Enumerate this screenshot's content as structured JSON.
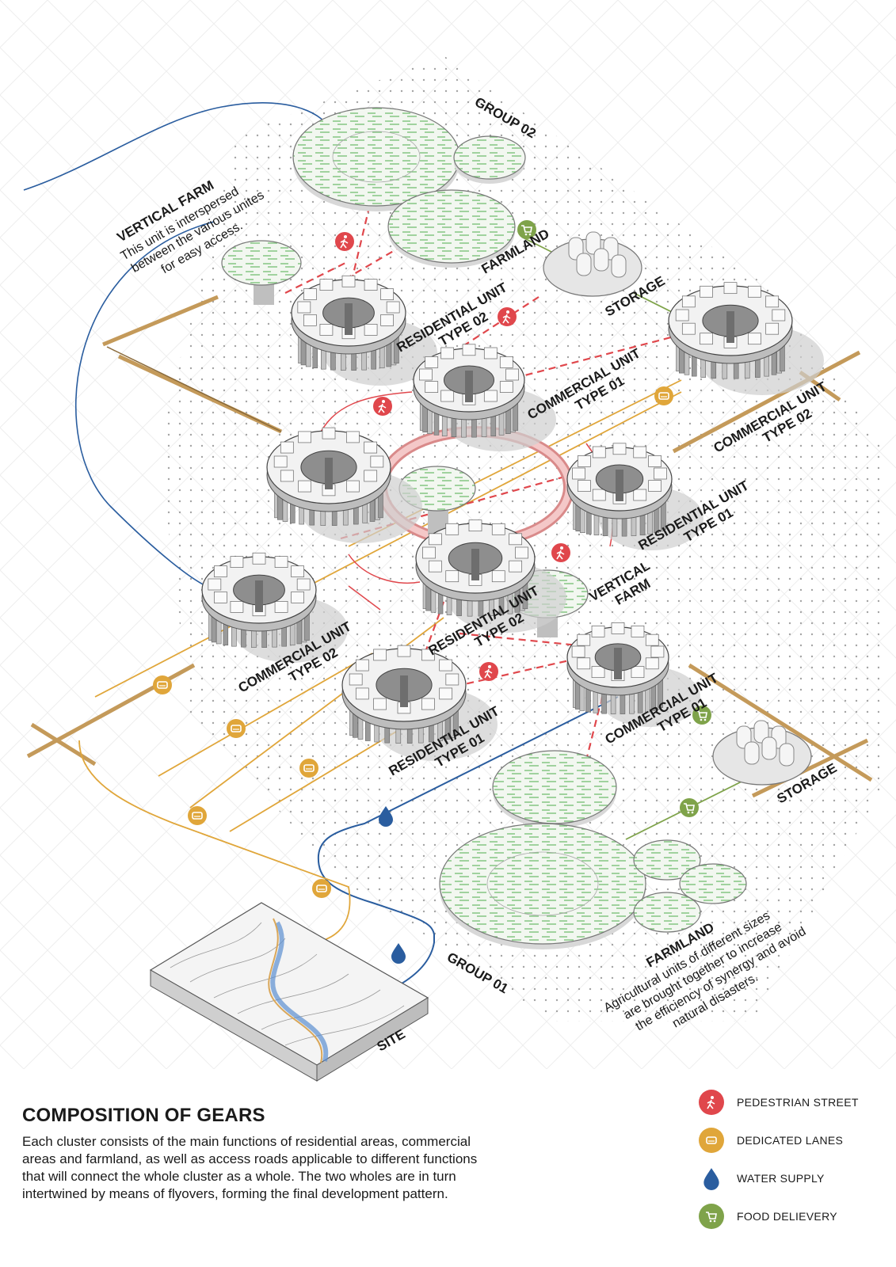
{
  "labels": {
    "group_02": "GROUP 02",
    "group_01": "GROUP 01",
    "vertical_farm_top_title": "VERTICAL FARM",
    "vertical_farm_top_line1": "This unit is interspersed",
    "vertical_farm_top_line2": "between the various unites",
    "vertical_farm_top_line3": "for easy access.",
    "farmland_top": "FARMLAND",
    "storage_top": "STORAGE",
    "residential_02_top_a": "RESIDENTIAL UNIT",
    "residential_02_top_b": "TYPE 02",
    "commercial_01_top_a": "COMMERCIAL UNIT",
    "commercial_01_top_b": "TYPE 01",
    "commercial_02_right_a": "COMMERCIAL UNIT",
    "commercial_02_right_b": "TYPE 02",
    "residential_01_right_a": "RESIDENTIAL UNIT",
    "residential_01_right_b": "TYPE 01",
    "vertical_farm_mid_a": "VERTICAL",
    "vertical_farm_mid_b": "FARM",
    "residential_02_mid_a": "RESIDENTIAL UNIT",
    "residential_02_mid_b": "TYPE 02",
    "commercial_02_left_a": "COMMERCIAL UNIT",
    "commercial_02_left_b": "TYPE 02",
    "residential_01_low_a": "RESIDENTIAL UNIT",
    "residential_01_low_b": "TYPE 01",
    "commercial_01_low_a": "COMMERCIAL UNIT",
    "commercial_01_low_b": "TYPE 01",
    "storage_low": "STORAGE",
    "farmland_low_title": "FARMLAND",
    "farmland_low_line1": "Agricultural units of different sizes",
    "farmland_low_line2": "are brought together to increase",
    "farmland_low_line3": "the efficiency of synergy and avoid",
    "farmland_low_line4": "natural disasters.",
    "site": "SITE"
  },
  "caption": {
    "title": "COMPOSITION OF GEARS",
    "body": "Each cluster consists of the main functions of residential areas, commercial areas and farmland, as well as access roads applicable to different functions that will connect the whole cluster as a whole. The two wholes are in turn intertwined by means of flyovers, forming the final development pattern."
  },
  "legend": [
    {
      "label": "PEDESTRIAN STREET",
      "icon": "pedestrian-icon",
      "color": "#e0474c"
    },
    {
      "label": "DEDICATED LANES",
      "icon": "vehicle-icon",
      "color": "#e0a63a"
    },
    {
      "label": "WATER SUPPLY",
      "icon": "water-drop-icon",
      "color": "#2a5d9f"
    },
    {
      "label": "FOOD DELIEVERY",
      "icon": "cart-icon",
      "color": "#7fa34a"
    }
  ],
  "colors": {
    "pedestrian": "#e0474c",
    "lanes": "#e0a63a",
    "water": "#2a5d9f",
    "food": "#7fa34a",
    "farmland_texture": "#7cc27a",
    "ring": "#e8a0a0"
  }
}
